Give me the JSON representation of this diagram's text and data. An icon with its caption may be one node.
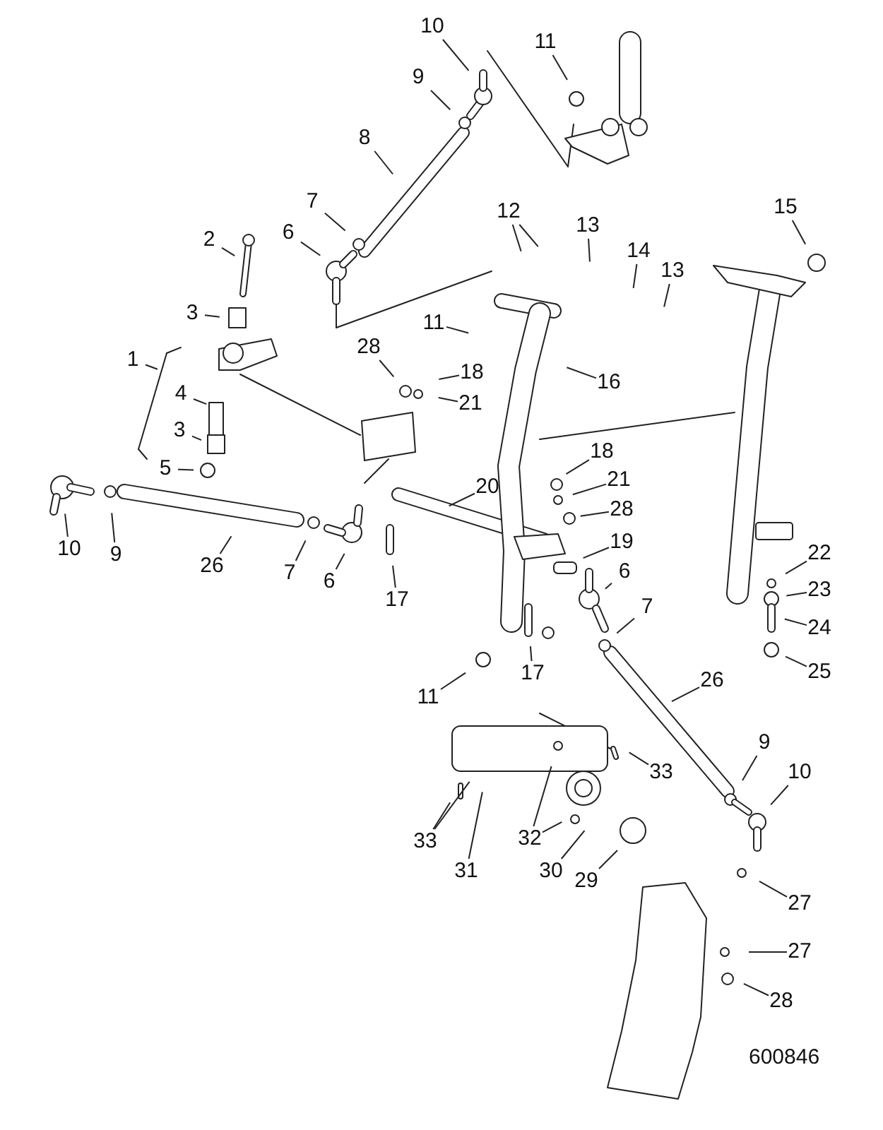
{
  "diagram": {
    "nodes": [
      {
        "text": [
          "10"
        ]
      },
      {
        "text": [
          "11"
        ]
      },
      {
        "text": [
          "9"
        ]
      },
      {
        "text": [
          "8"
        ]
      },
      {
        "text": [
          "7"
        ]
      },
      {
        "text": [
          "6"
        ]
      },
      {
        "text": [
          "2"
        ]
      },
      {
        "text": [
          "12"
        ]
      },
      {
        "text": [
          "13"
        ]
      },
      {
        "text": [
          "14"
        ]
      },
      {
        "text": [
          "13"
        ]
      },
      {
        "text": [
          "15"
        ]
      },
      {
        "text": [
          "3"
        ]
      },
      {
        "text": [
          "1"
        ]
      },
      {
        "text": [
          "11"
        ]
      },
      {
        "text": [
          "28"
        ]
      },
      {
        "text": [
          "18"
        ]
      },
      {
        "text": [
          "16"
        ]
      },
      {
        "text": [
          "4"
        ]
      },
      {
        "text": [
          "21"
        ]
      },
      {
        "text": [
          "3"
        ]
      },
      {
        "text": [
          "18"
        ]
      },
      {
        "text": [
          "21"
        ]
      },
      {
        "text": [
          "5"
        ]
      },
      {
        "text": [
          "28"
        ]
      },
      {
        "text": [
          "20"
        ]
      },
      {
        "text": [
          "19"
        ]
      },
      {
        "text": [
          "10"
        ]
      },
      {
        "text": [
          "9"
        ]
      },
      {
        "text": [
          "26"
        ]
      },
      {
        "text": [
          "7"
        ]
      },
      {
        "text": [
          "6"
        ]
      },
      {
        "text": [
          "6"
        ]
      },
      {
        "text": [
          "22"
        ]
      },
      {
        "text": [
          "23"
        ]
      },
      {
        "text": [
          "17"
        ]
      },
      {
        "text": [
          "7"
        ]
      },
      {
        "text": [
          "24"
        ]
      },
      {
        "text": [
          "17"
        ]
      },
      {
        "text": [
          "25"
        ]
      },
      {
        "text": [
          "11"
        ]
      },
      {
        "text": [
          "26"
        ]
      },
      {
        "text": [
          "33"
        ]
      },
      {
        "text": [
          "9"
        ]
      },
      {
        "text": [
          "10"
        ]
      },
      {
        "text": [
          "33"
        ]
      },
      {
        "text": [
          "32"
        ]
      },
      {
        "text": [
          "31"
        ]
      },
      {
        "text": [
          "30"
        ]
      },
      {
        "text": [
          "29"
        ]
      },
      {
        "text": [
          "27"
        ]
      },
      {
        "text": [
          "27"
        ]
      },
      {
        "text": [
          "28"
        ]
      }
    ],
    "edges": [
      {
        "from": 0,
        "to": null,
        "arrow": "none"
      },
      {
        "from": 1,
        "to": null,
        "arrow": "none"
      },
      {
        "from": 2,
        "to": null,
        "arrow": "none"
      },
      {
        "from": 3,
        "to": null,
        "arrow": "none"
      },
      {
        "from": 4,
        "to": null,
        "arrow": "none"
      },
      {
        "from": 5,
        "to": null,
        "arrow": "none"
      },
      {
        "from": 6,
        "to": null,
        "arrow": "none"
      },
      {
        "from": 7,
        "to": null,
        "arrow": "none"
      },
      {
        "from": 7,
        "to": null,
        "arrow": "none"
      },
      {
        "from": 8,
        "to": null,
        "arrow": "none"
      },
      {
        "from": 9,
        "to": null,
        "arrow": "none"
      },
      {
        "from": 10,
        "to": null,
        "arrow": "none"
      },
      {
        "from": 11,
        "to": null,
        "arrow": "none"
      },
      {
        "from": 12,
        "to": null,
        "arrow": "none"
      },
      {
        "from": 13,
        "to": null,
        "arrow": "none"
      },
      {
        "from": 14,
        "to": null,
        "arrow": "none"
      },
      {
        "from": 15,
        "to": null,
        "arrow": "none"
      },
      {
        "from": 16,
        "to": null,
        "arrow": "none"
      },
      {
        "from": 17,
        "to": null,
        "arrow": "none"
      },
      {
        "from": 18,
        "to": null,
        "arrow": "none"
      },
      {
        "from": 19,
        "to": null,
        "arrow": "none"
      },
      {
        "from": 20,
        "to": null,
        "arrow": "none"
      },
      {
        "from": 21,
        "to": null,
        "arrow": "none"
      },
      {
        "from": 22,
        "to": null,
        "arrow": "none"
      },
      {
        "from": 23,
        "to": null,
        "arrow": "none"
      },
      {
        "from": 24,
        "to": null,
        "arrow": "none"
      },
      {
        "from": 25,
        "to": null,
        "arrow": "none"
      },
      {
        "from": 26,
        "to": null,
        "arrow": "none"
      },
      {
        "from": 27,
        "to": null,
        "arrow": "none"
      },
      {
        "from": 28,
        "to": null,
        "arrow": "none"
      },
      {
        "from": 29,
        "to": null,
        "arrow": "none"
      },
      {
        "from": 30,
        "to": null,
        "arrow": "none"
      },
      {
        "from": 31,
        "to": null,
        "arrow": "none"
      },
      {
        "from": 32,
        "to": null,
        "arrow": "none"
      },
      {
        "from": 33,
        "to": null,
        "arrow": "none"
      },
      {
        "from": 34,
        "to": null,
        "arrow": "none"
      },
      {
        "from": 35,
        "to": null,
        "arrow": "none"
      },
      {
        "from": 36,
        "to": null,
        "arrow": "none"
      },
      {
        "from": 37,
        "to": null,
        "arrow": "none"
      },
      {
        "from": 38,
        "to": null,
        "arrow": "none"
      },
      {
        "from": 39,
        "to": null,
        "arrow": "none"
      },
      {
        "from": 40,
        "to": null,
        "arrow": "none"
      },
      {
        "from": 41,
        "to": null,
        "arrow": "none"
      },
      {
        "from": 42,
        "to": null,
        "arrow": "none"
      },
      {
        "from": 43,
        "to": null,
        "arrow": "none"
      },
      {
        "from": 44,
        "to": null,
        "arrow": "none"
      },
      {
        "from": 45,
        "to": null,
        "arrow": "none"
      },
      {
        "from": 45,
        "to": null,
        "arrow": "none"
      },
      {
        "from": 46,
        "to": null,
        "arrow": "none"
      },
      {
        "from": 46,
        "to": null,
        "arrow": "none"
      },
      {
        "from": 47,
        "to": null,
        "arrow": "none"
      },
      {
        "from": 48,
        "to": null,
        "arrow": "none"
      },
      {
        "from": 49,
        "to": null,
        "arrow": "none"
      },
      {
        "from": 50,
        "to": null,
        "arrow": "none"
      },
      {
        "from": 51,
        "to": null,
        "arrow": "none"
      },
      {
        "from": 52,
        "to": null,
        "arrow": "none"
      }
    ],
    "labels": [
      "600846"
    ]
  }
}
